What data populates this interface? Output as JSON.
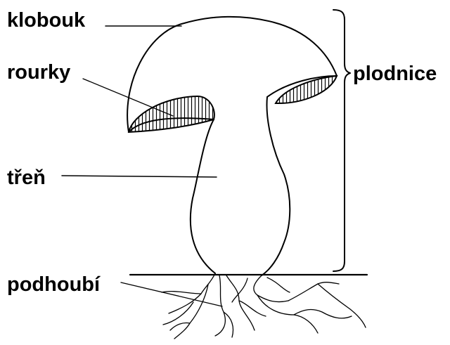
{
  "labels": {
    "cap": "klobouk",
    "tubes": "rourky",
    "stem": "třeň",
    "mycelium": "podhoubí",
    "fruiting_body": "plodnice"
  },
  "colors": {
    "ink": "#000000",
    "background": "#ffffff"
  }
}
